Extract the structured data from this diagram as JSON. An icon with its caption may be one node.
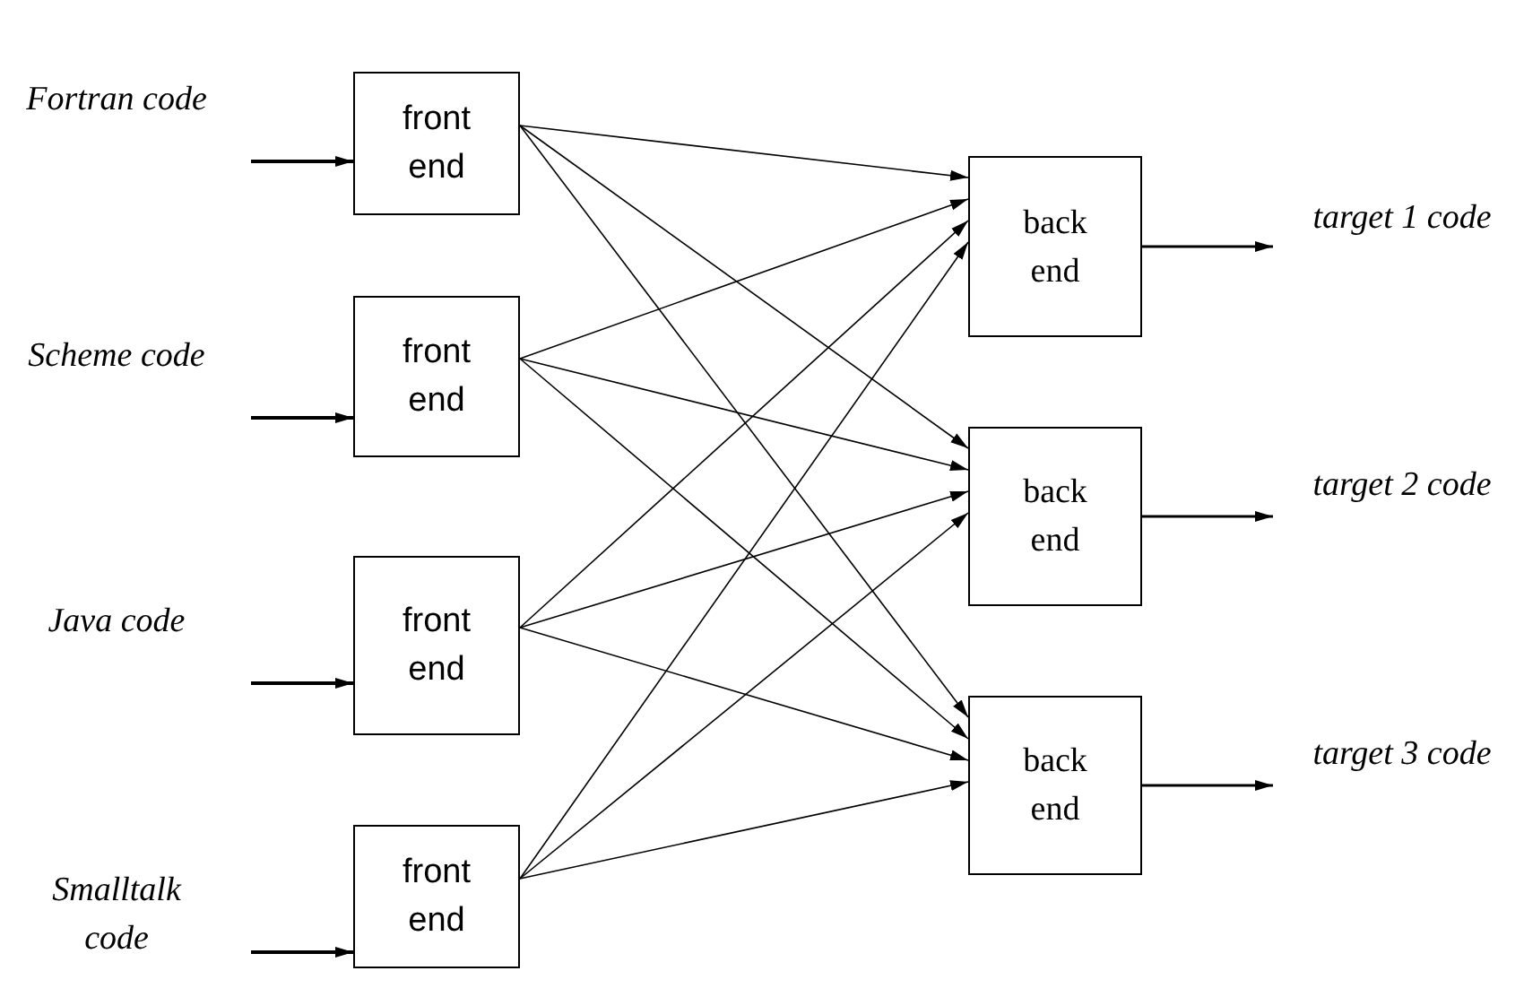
{
  "diagram": {
    "nodes": [
      {
        "text": [
          "Fortran code"
        ]
      },
      {
        "text": [
          "Scheme code"
        ]
      },
      {
        "text": [
          "Java code"
        ]
      },
      {
        "text": [
          "Smalltalk code"
        ]
      },
      {
        "text": [
          "front end"
        ]
      },
      {
        "text": [
          "front end"
        ]
      },
      {
        "text": [
          "front end"
        ]
      },
      {
        "text": [
          "front end"
        ]
      },
      {
        "text": [
          "back end"
        ]
      },
      {
        "text": [
          "back end"
        ]
      },
      {
        "text": [
          "back end"
        ]
      },
      {
        "text": [
          "target 1 code"
        ]
      },
      {
        "text": [
          "target 2 code"
        ]
      },
      {
        "text": [
          "target 3 code"
        ]
      }
    ],
    "edges": [
      {
        "from": 0,
        "to": 4,
        "arrow": "to"
      },
      {
        "from": 1,
        "to": 5,
        "arrow": "to"
      },
      {
        "from": 2,
        "to": 6,
        "arrow": "to"
      },
      {
        "from": 3,
        "to": 7,
        "arrow": "to"
      },
      {
        "from": 4,
        "to": 8,
        "arrow": "to"
      },
      {
        "from": 4,
        "to": 9,
        "arrow": "to"
      },
      {
        "from": 4,
        "to": 10,
        "arrow": "to"
      },
      {
        "from": 5,
        "to": 8,
        "arrow": "to"
      },
      {
        "from": 5,
        "to": 9,
        "arrow": "to"
      },
      {
        "from": 5,
        "to": 10,
        "arrow": "to"
      },
      {
        "from": 6,
        "to": 8,
        "arrow": "to"
      },
      {
        "from": 6,
        "to": 9,
        "arrow": "to"
      },
      {
        "from": 6,
        "to": 10,
        "arrow": "to"
      },
      {
        "from": 7,
        "to": 8,
        "arrow": "to"
      },
      {
        "from": 7,
        "to": 9,
        "arrow": "to"
      },
      {
        "from": 7,
        "to": 10,
        "arrow": "to"
      },
      {
        "from": 8,
        "to": 11,
        "arrow": "to"
      },
      {
        "from": 9,
        "to": 12,
        "arrow": "to"
      },
      {
        "from": 10,
        "to": 13,
        "arrow": "to"
      }
    ]
  }
}
